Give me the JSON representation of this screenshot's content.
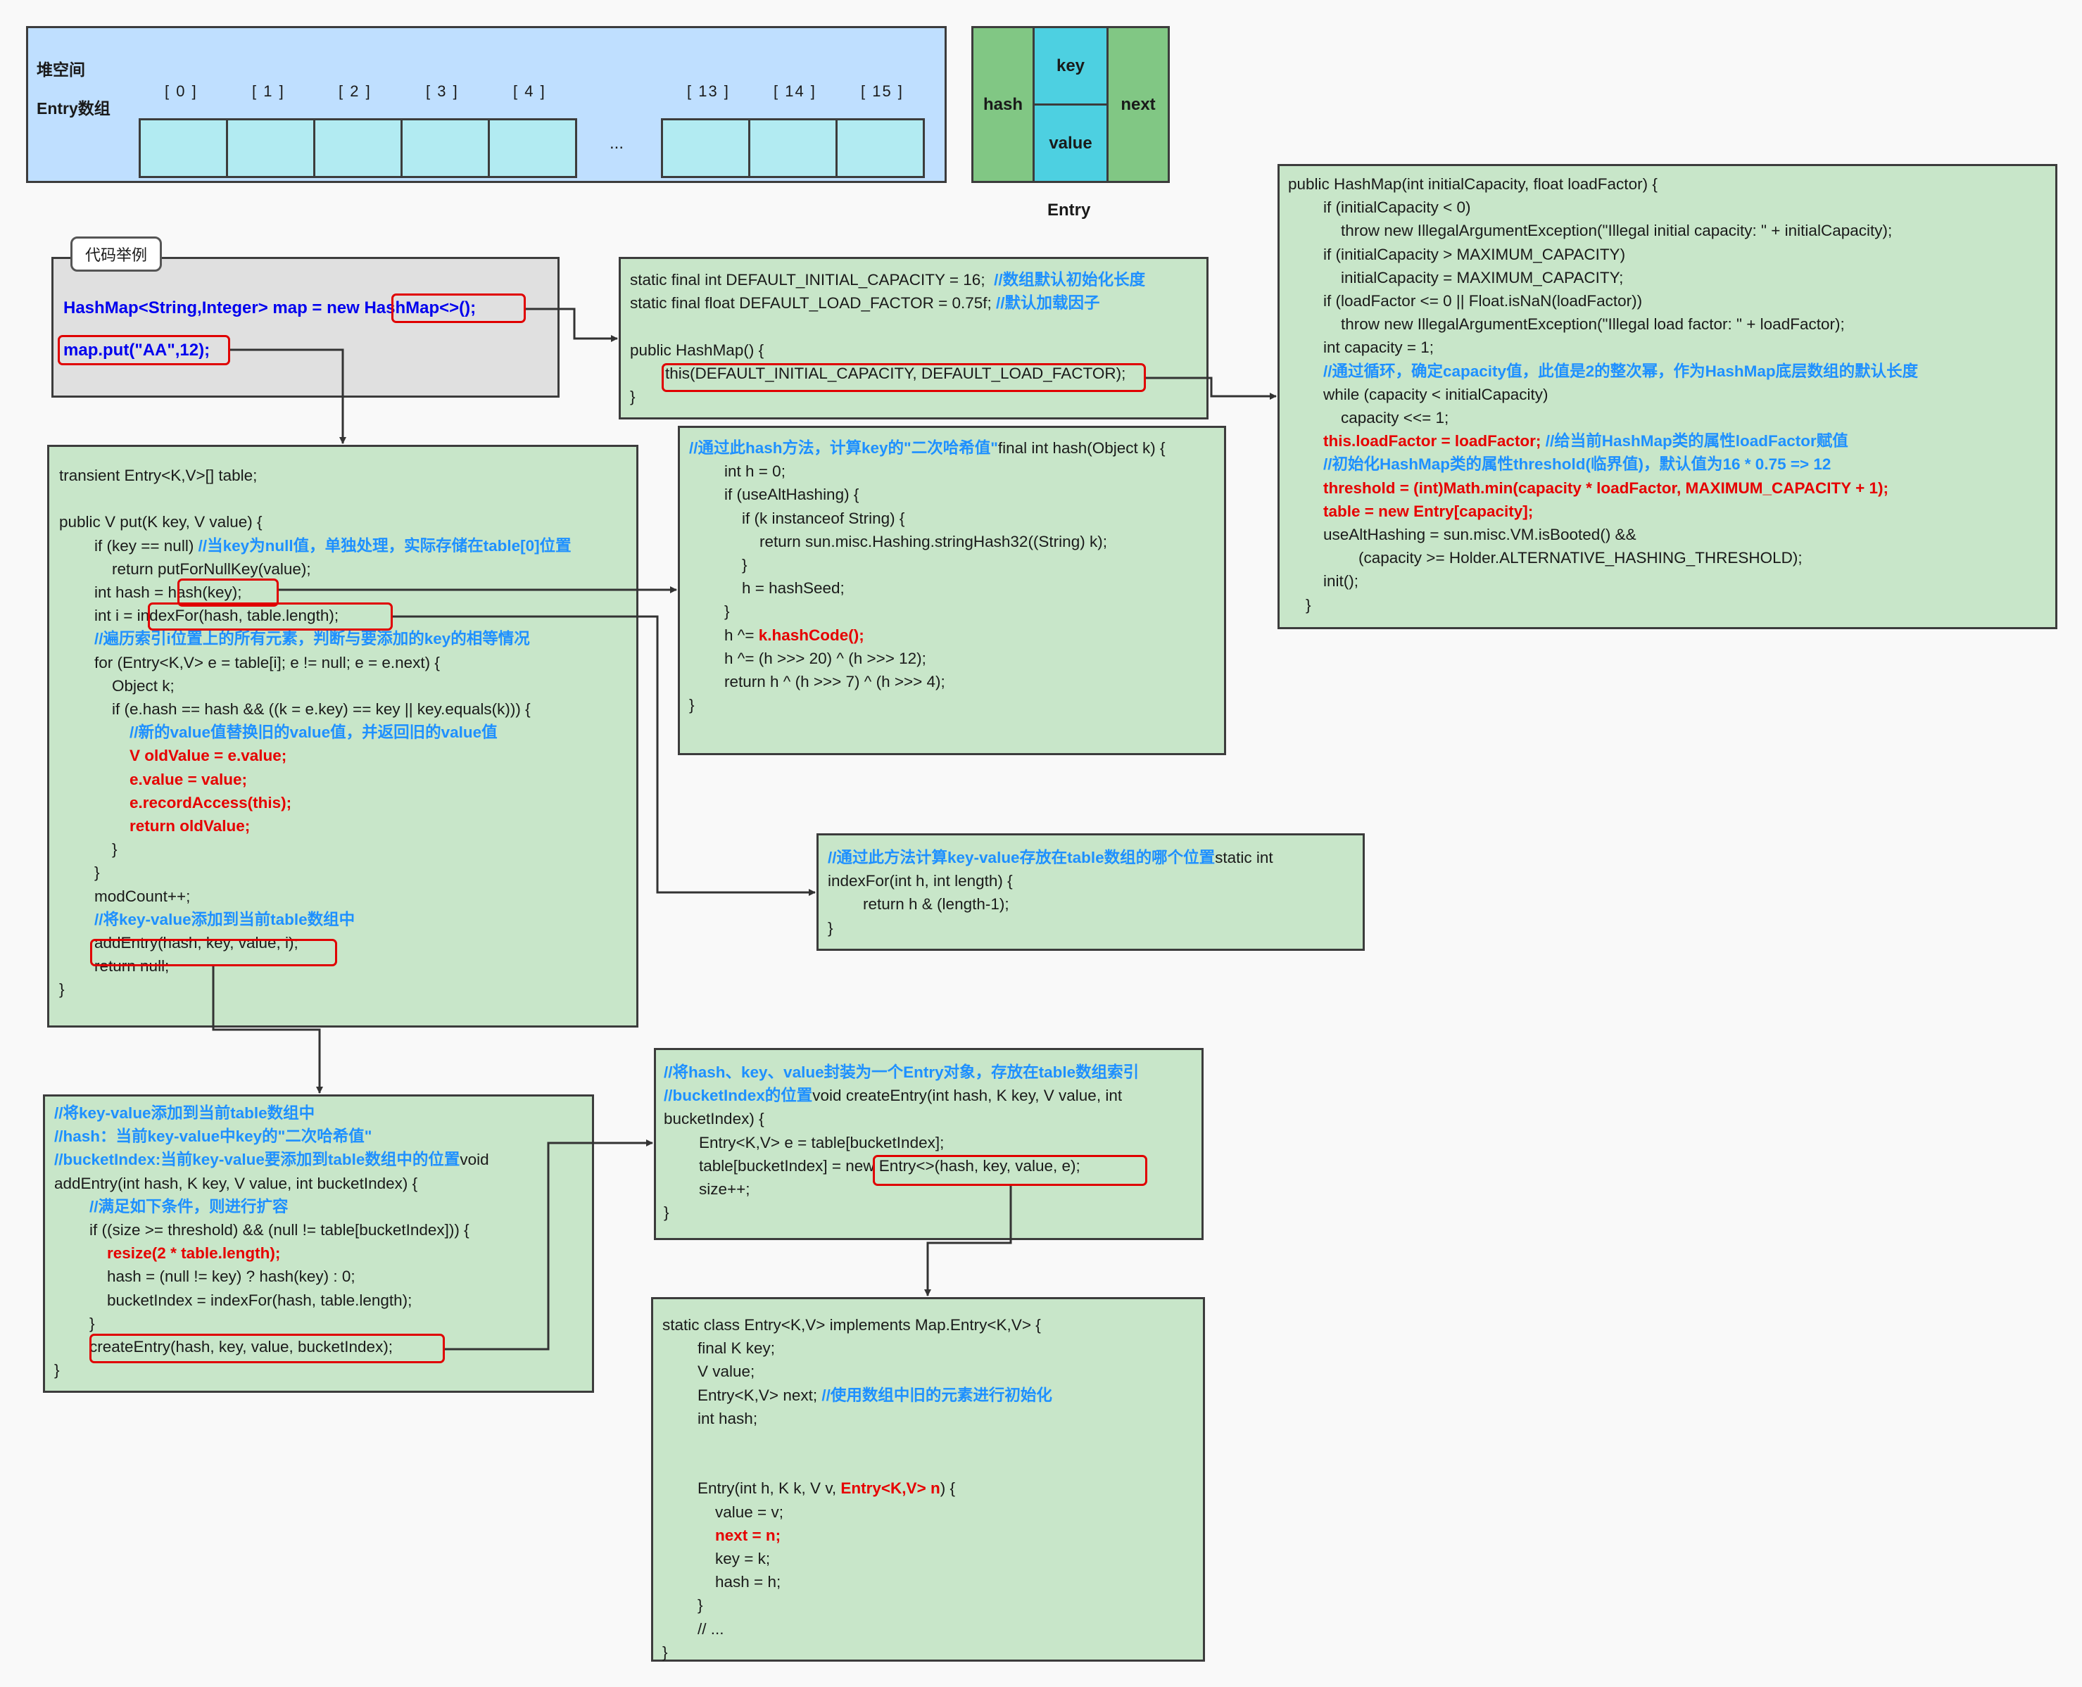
{
  "heap": {
    "label_heap": "堆空间",
    "label_array": "Entry数组",
    "indices": [
      "[ 0 ]",
      "[ 1 ]",
      "[ 2 ]",
      "[ 3 ]",
      "[ 4 ]",
      "[ 13 ]",
      "[ 14 ]",
      "[ 15 ]"
    ],
    "ellipsis": "..."
  },
  "entry": {
    "hash": "hash",
    "key": "key",
    "value": "value",
    "next": "next",
    "caption": "Entry"
  },
  "example": {
    "tab_label": "代码举例",
    "line1_prefix": "HashMap<String,Integer> map = new ",
    "line1_call": "HashMap<>();",
    "line2": "map.put(\"AA\",12);"
  },
  "constructor_box": {
    "l1_code": "static final int DEFAULT_INITIAL_CAPACITY = 16;  ",
    "l1_comment": "//数组默认初始化长度",
    "l2_code": "static final float DEFAULT_LOAD_FACTOR = 0.75f; ",
    "l2_comment": "//默认加载因子",
    "l3": "",
    "l4": "public HashMap() {",
    "l5": "        this(DEFAULT_INITIAL_CAPACITY, DEFAULT_LOAD_FACTOR);",
    "l6": "}"
  },
  "init_box": {
    "lines": [
      {
        "t": "public HashMap(int initialCapacity, float loadFactor) {",
        "c": "g"
      },
      {
        "t": "        if (initialCapacity < 0)",
        "c": "g"
      },
      {
        "t": "            throw new IllegalArgumentException(\"Illegal initial capacity: \" + initialCapacity);",
        "c": "g"
      },
      {
        "t": "        if (initialCapacity > MAXIMUM_CAPACITY)",
        "c": "g"
      },
      {
        "t": "            initialCapacity = MAXIMUM_CAPACITY;",
        "c": "g"
      },
      {
        "t": "        if (loadFactor <= 0 || Float.isNaN(loadFactor))",
        "c": "g"
      },
      {
        "t": "            throw new IllegalArgumentException(\"Illegal load factor: \" + loadFactor);",
        "c": "g"
      },
      {
        "t": "        int capacity = 1;",
        "c": "g"
      },
      {
        "t": "        //通过循环，确定capacity值，此值是2的整次幂，作为HashMap底层数组的默认长度",
        "c": "b"
      },
      {
        "t": "        while (capacity < initialCapacity)",
        "c": "g"
      },
      {
        "t": "            capacity <<= 1;",
        "c": "g"
      }
    ],
    "lf_code": "        this.loadFactor = loadFactor; ",
    "lf_comment": "//给当前HashMap类的属性loadFactor赋值",
    "tail": [
      {
        "t": "        //初始化HashMap类的属性threshold(临界值)，默认值为16 * 0.75 => 12",
        "c": "b"
      },
      {
        "t": "        threshold = (int)Math.min(capacity * loadFactor, MAXIMUM_CAPACITY + 1);",
        "c": "r"
      },
      {
        "t": "        table = new Entry[capacity];",
        "c": "r"
      },
      {
        "t": "        useAltHashing = sun.misc.VM.isBooted() &&",
        "c": "g"
      },
      {
        "t": "                (capacity >= Holder.ALTERNATIVE_HASHING_THRESHOLD);",
        "c": "g"
      },
      {
        "t": "        init();",
        "c": "g"
      },
      {
        "t": "    }",
        "c": "g"
      }
    ]
  },
  "hash_box": {
    "comment": "//通过此hash方法，计算key的\"二次哈希值\"",
    "sig": "final int hash(Object k) {",
    "lines": [
      "        int h = 0;",
      "        if (useAltHashing) {",
      "            if (k instanceof String) {",
      "                return sun.misc.Hashing.stringHash32((String) k);",
      "            }",
      "            h = hashSeed;",
      "        }"
    ],
    "xor1_prefix": "        h ^= ",
    "xor1_call": "k.hashCode();",
    "lines2": [
      "        h ^= (h >>> 20) ^ (h >>> 12);",
      "        return h ^ (h >>> 7) ^ (h >>> 4);",
      "}"
    ]
  },
  "index_box": {
    "comment": "//通过此方法计算key-value存放在table数组的哪个位置",
    "sig1": "static int",
    "sig2": "indexFor(int h, int length) {",
    "l3": "        return h & (length-1);",
    "l4": "}"
  },
  "put_box": {
    "lines": [
      {
        "t": "transient Entry<K,V>[] table;",
        "c": "g"
      },
      {
        "t": "",
        "c": "g"
      },
      {
        "t": "public V put(K key, V value) {",
        "c": "g"
      }
    ],
    "null_code": "        if (key == null) ",
    "null_comment": "//当key为null值，单独处理，实际存储在table[0]位置",
    "l5": "            return putForNullKey(value);",
    "l6": "        int hash = hash(key);",
    "l7": "        int i = indexFor(hash, table.length);",
    "body": [
      {
        "t": "        //遍历索引i位置上的所有元素，判断与要添加的key的相等情况",
        "c": "b"
      },
      {
        "t": "        for (Entry<K,V> e = table[i]; e != null; e = e.next) {",
        "c": "g"
      },
      {
        "t": "            Object k;",
        "c": "g"
      },
      {
        "t": "            if (e.hash == hash && ((k = e.key) == key || key.equals(k))) {",
        "c": "g"
      },
      {
        "t": "                //新的value值替换旧的value值，并返回旧的value值",
        "c": "b"
      },
      {
        "t": "                V oldValue = e.value;",
        "c": "r"
      },
      {
        "t": "                e.value = value;",
        "c": "r"
      },
      {
        "t": "                e.recordAccess(this);",
        "c": "r"
      },
      {
        "t": "                return oldValue;",
        "c": "r"
      },
      {
        "t": "            }",
        "c": "g"
      },
      {
        "t": "        }",
        "c": "g"
      },
      {
        "t": "        modCount++;",
        "c": "g"
      },
      {
        "t": "        //将key-value添加到当前table数组中",
        "c": "b"
      },
      {
        "t": "        addEntry(hash, key, value, i);",
        "c": "g"
      },
      {
        "t": "        return null;",
        "c": "g"
      },
      {
        "t": "}",
        "c": "g"
      }
    ]
  },
  "add_box": {
    "lines": [
      {
        "t": "//将key-value添加到当前table数组中",
        "c": "b"
      },
      {
        "t": "//hash：当前key-value中key的\"二次哈希值\"",
        "c": "b"
      }
    ],
    "l3_comment": "//bucketIndex:当前key-value要添加到table数组中的位置",
    "l3_code": "void",
    "rest": [
      {
        "t": "addEntry(int hash, K key, V value, int bucketIndex) {",
        "c": "g"
      },
      {
        "t": "        //满足如下条件，则进行扩容",
        "c": "b"
      },
      {
        "t": "        if ((size >= threshold) && (null != table[bucketIndex])) {",
        "c": "g"
      },
      {
        "t": "            resize(2 * table.length);",
        "c": "r"
      },
      {
        "t": "            hash = (null != key) ? hash(key) : 0;",
        "c": "g"
      },
      {
        "t": "            bucketIndex = indexFor(hash, table.length);",
        "c": "g"
      },
      {
        "t": "        }",
        "c": "g"
      },
      {
        "t": "        createEntry(hash, key, value, bucketIndex);",
        "c": "g"
      },
      {
        "t": "}",
        "c": "g"
      }
    ]
  },
  "create_box": {
    "l1": "//将hash、key、value封装为一个Entry对象，存放在table数组索引",
    "l2_comment": "//bucketIndex的位置",
    "l2_code": "void createEntry(int hash, K key, V value, int",
    "l3": "bucketIndex) {",
    "l4": "        Entry<K,V> e = table[bucketIndex];",
    "l5": "        table[bucketIndex] = new Entry<>(hash, key, value, e);",
    "l6": "        size++;",
    "l7": "}"
  },
  "entry_class_box": {
    "lines": [
      {
        "t": "static class Entry<K,V> implements Map.Entry<K,V> {",
        "c": "g"
      },
      {
        "t": "        final K key;",
        "c": "g"
      },
      {
        "t": "        V value;",
        "c": "g"
      }
    ],
    "next_code": "        Entry<K,V> next; ",
    "next_comment": "//使用数组中旧的元素进行初始化",
    "l5": "        int hash;",
    "blank": [
      "",
      ""
    ],
    "ctor_prefix": "        Entry(int h, K k, V v, ",
    "ctor_red": "Entry<K,V> n",
    "ctor_suffix": ") {",
    "tail": [
      {
        "t": "            value = v;",
        "c": "g"
      },
      {
        "t": "            next = n;",
        "c": "r"
      },
      {
        "t": "            key = k;",
        "c": "g"
      },
      {
        "t": "            hash = h;",
        "c": "g"
      },
      {
        "t": "        }",
        "c": "g"
      },
      {
        "t": "        // ...",
        "c": "g"
      },
      {
        "t": "}",
        "c": "g"
      }
    ]
  },
  "colors": {
    "box_fill": "#c8e6c9",
    "heap_fill": "#bfdfff",
    "cell_fill": "#b2ebf2",
    "entry_green": "#81c784",
    "entry_cyan": "#4dd0e1",
    "comment_blue": "#1e90ff",
    "highlight_red": "#e60000"
  }
}
